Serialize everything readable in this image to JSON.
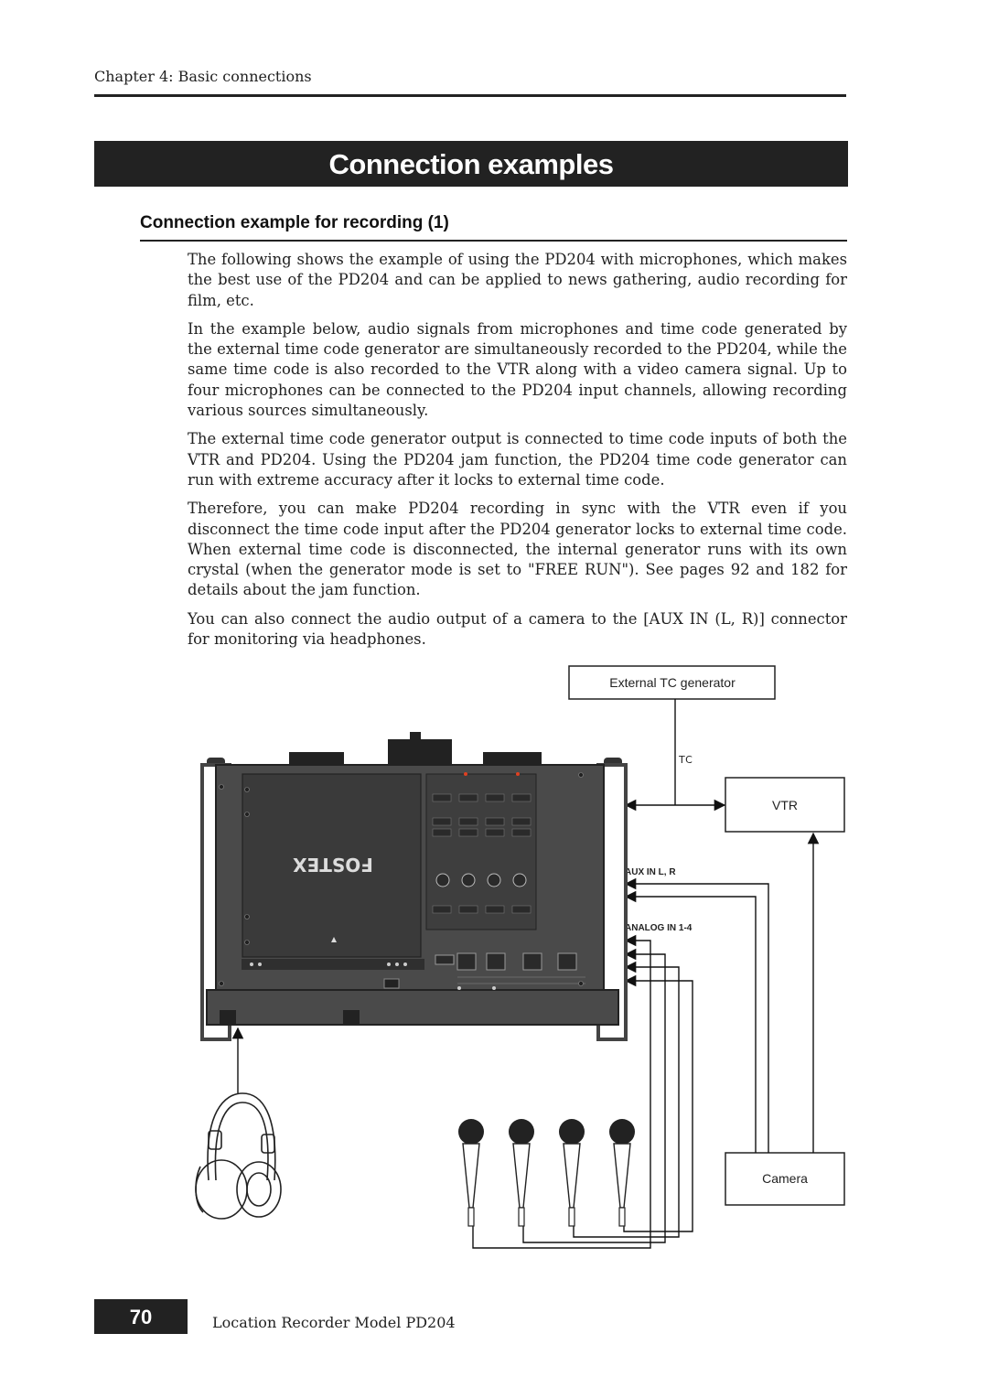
{
  "header": {
    "chapter": "Chapter 4: Basic connections"
  },
  "banner": {
    "title": "Connection examples"
  },
  "section": {
    "title": "Connection example for recording (1)"
  },
  "paragraphs": [
    "The following shows the example of using the PD204 with microphones, which makes the best use of the PD204 and can be applied to news gathering, audio recording for film, etc.",
    "In the example below, audio signals from microphones and time code generated by the external time code generator are simultaneously recorded to the PD204, while the same time code is also recorded to the VTR along with a video camera signal. Up to four microphones can be connected to the PD204 input channels, allowing recording various sources simultaneously.",
    "The external time code generator output is connected to time code inputs of both the VTR and PD204. Using the PD204 jam function, the PD204 time code generator can run with extreme accuracy after it locks to external time code.",
    "Therefore, you can make PD204 recording in sync with the VTR even if you disconnect the time code input after the PD204 generator locks to external time code. When external time code is disconnected, the internal generator runs with its own crystal (when the generator mode is set to \"FREE RUN\"). See pages 92 and 182 for details about the jam function.",
    "You can also connect the audio output of a camera to the  [AUX IN (L, R)] connector for monitoring via headphones."
  ],
  "diagram": {
    "tc_generator_label": "External TC generator",
    "tc_label": "TC",
    "vtr_label": "VTR",
    "aux_in_label": "AUX IN L, R",
    "analog_in_label": "ANALOG IN 1-4",
    "camera_label": "Camera",
    "brand_logo": "FOSTEX"
  },
  "footer": {
    "page_number": "70",
    "title": "Location Recorder  Model PD204"
  }
}
